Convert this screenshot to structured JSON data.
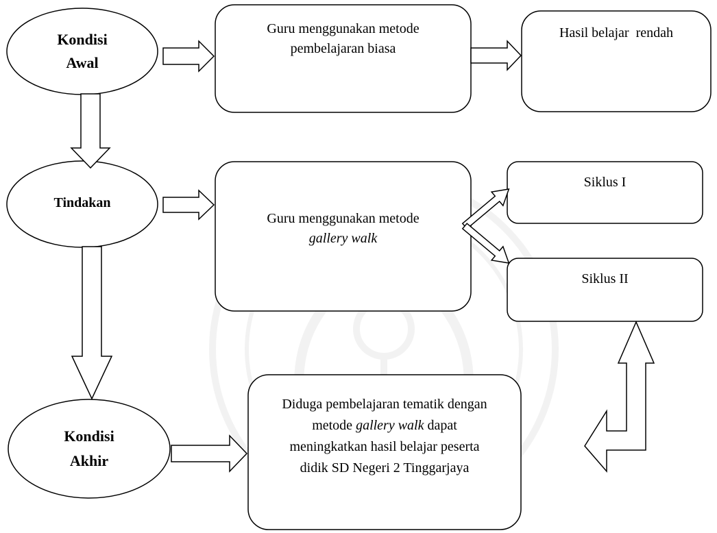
{
  "diagram": {
    "kondisi_awal": {
      "line1": "Kondisi",
      "line2": "Awal"
    },
    "metode_biasa": {
      "line1": "Guru menggunakan metode",
      "line2": "pembelajaran biasa"
    },
    "hasil_rendah": {
      "text": "Hasil belajar  rendah"
    },
    "tindakan": {
      "text": "Tindakan"
    },
    "metode_gallery": {
      "line1": "Guru menggunakan metode",
      "line2_italic": "gallery walk"
    },
    "siklus_1": {
      "text": "Siklus I"
    },
    "siklus_2": {
      "text": "Siklus II"
    },
    "kondisi_akhir": {
      "line1": "Kondisi",
      "line2": "Akhir"
    },
    "hipotesis": {
      "line1": "Diduga pembelajaran tematik dengan",
      "line2_prefix": "metode ",
      "line2_italic": "gallery walk",
      "line2_suffix": " dapat",
      "line3": "meningkatkan hasil belajar peserta",
      "line4": "didik SD Negeri 2 Tinggarjaya"
    }
  },
  "colors": {
    "stroke": "#000000",
    "fill": "#ffffff",
    "watermark": "#888888"
  },
  "icons": {
    "watermark": "university-seal-watermark"
  }
}
